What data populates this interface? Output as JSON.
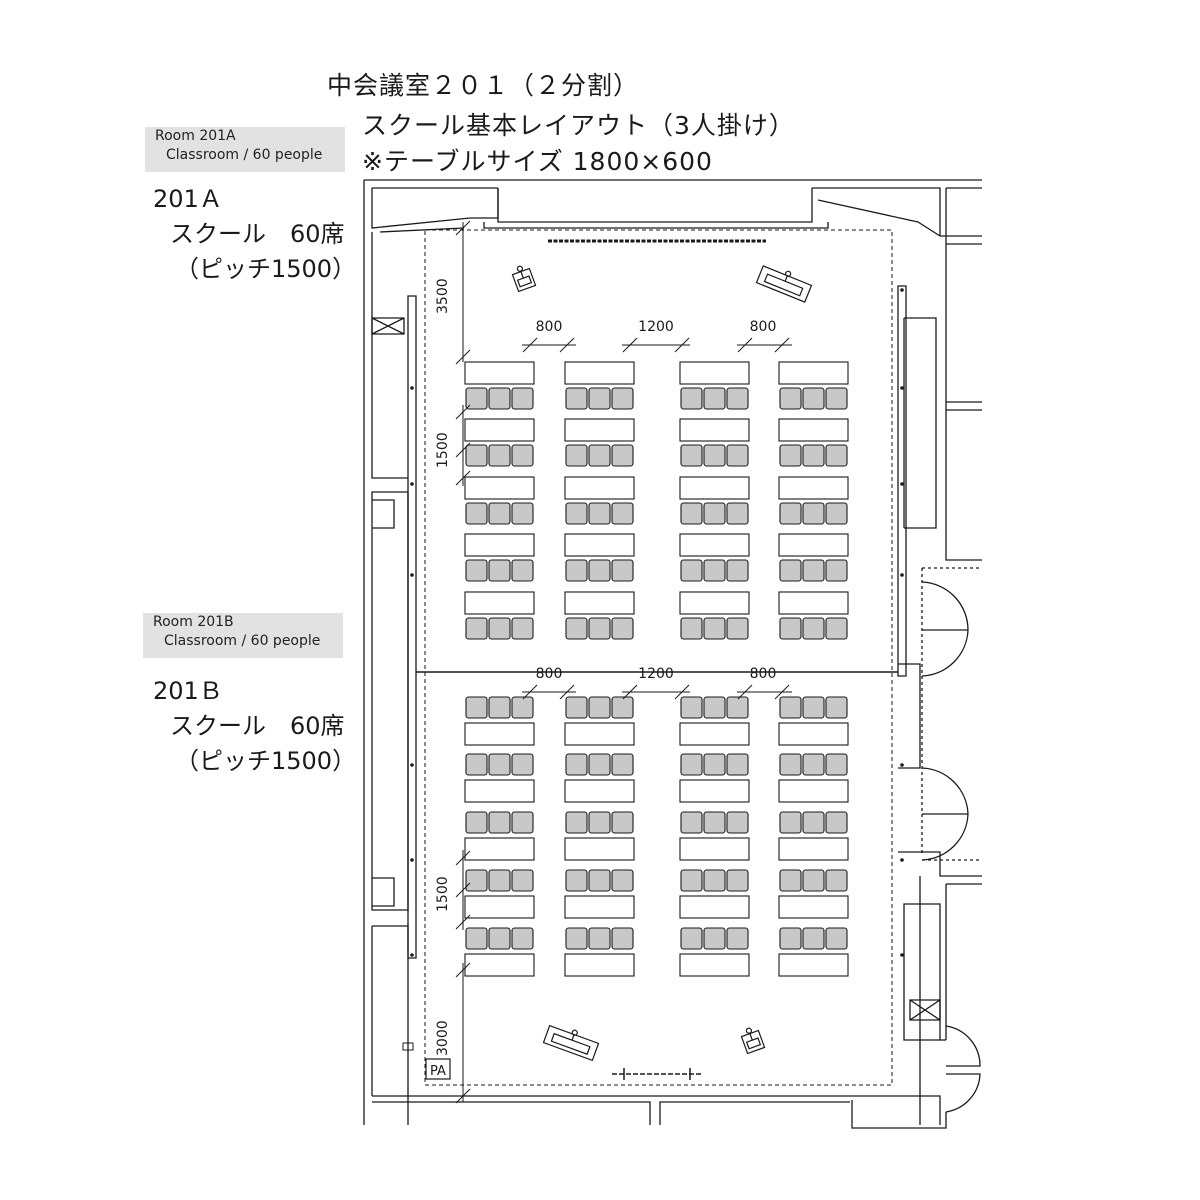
{
  "title": {
    "line1": "中会議室２０１（２分割）",
    "line2": "スクール基本レイアウト（3人掛け）",
    "line3": "※テーブルサイズ  1800×600"
  },
  "rooms": [
    {
      "id": "201A",
      "en_name": "Room 201A",
      "en_sub": "Classroom / 60 people",
      "jp_name": "201Ａ",
      "jp_layout": "スクール　60席",
      "jp_pitch": "（ピッチ1500）"
    },
    {
      "id": "201B",
      "en_name": "Room 201B",
      "en_sub": "Classroom / 60 people",
      "jp_name": "201Ｂ",
      "jp_layout": "スクール　60席",
      "jp_pitch": "（ピッチ1500）"
    }
  ],
  "dimensions": {
    "top_gap": "3500",
    "row_pitch": "1500",
    "aisle_side": "800",
    "aisle_center": "1200",
    "bottom_gap": "3000"
  },
  "pa_label": "PA",
  "seating": {
    "columns": 4,
    "rows_per_room": 5,
    "seats_per_table": 3,
    "seat_fill": "#c8c8c8",
    "line_color": "#1a1a1a"
  }
}
